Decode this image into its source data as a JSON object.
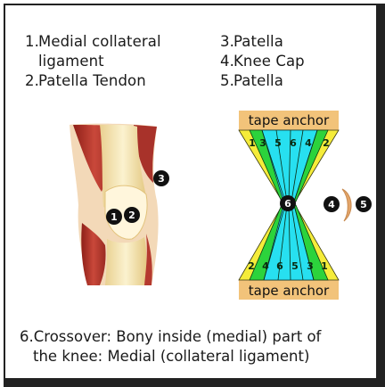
{
  "legend": {
    "left": [
      {
        "num": "1.",
        "lines": [
          "Medial collateral",
          "ligament"
        ]
      },
      {
        "num": "2.",
        "lines": [
          "Patella Tendon"
        ]
      }
    ],
    "right": [
      {
        "num": "3.",
        "lines": [
          "Patella"
        ]
      },
      {
        "num": "4.",
        "lines": [
          "Knee Cap"
        ]
      },
      {
        "num": "5.",
        "lines": [
          "Patella"
        ]
      }
    ]
  },
  "knee_markers": [
    "1",
    "2",
    "3"
  ],
  "tape": {
    "anchor_top": "tape anchor",
    "anchor_bottom": "tape anchor",
    "top_strip_numbers": [
      "1",
      "3",
      "5",
      "6",
      "4",
      "2"
    ],
    "bottom_strip_numbers": [
      "2",
      "4",
      "6",
      "5",
      "3",
      "1"
    ],
    "center_marker": "6",
    "side_markers": [
      "4",
      "5"
    ]
  },
  "footnote": {
    "num": "6.",
    "lines": [
      "Crossover: Bony inside (medial) part of",
      "the knee: Medial (collateral ligament)"
    ]
  },
  "colors": {
    "tape_yellow": "#f5ec3a",
    "strip_green": "#2cd33c",
    "strip_cyan": "#27e0f0",
    "anchor_tan": "#f2c37a",
    "cap_tan": "#e3a56a",
    "muscle_red": "#b0322a",
    "bone_cream": "#f3e4b2"
  }
}
